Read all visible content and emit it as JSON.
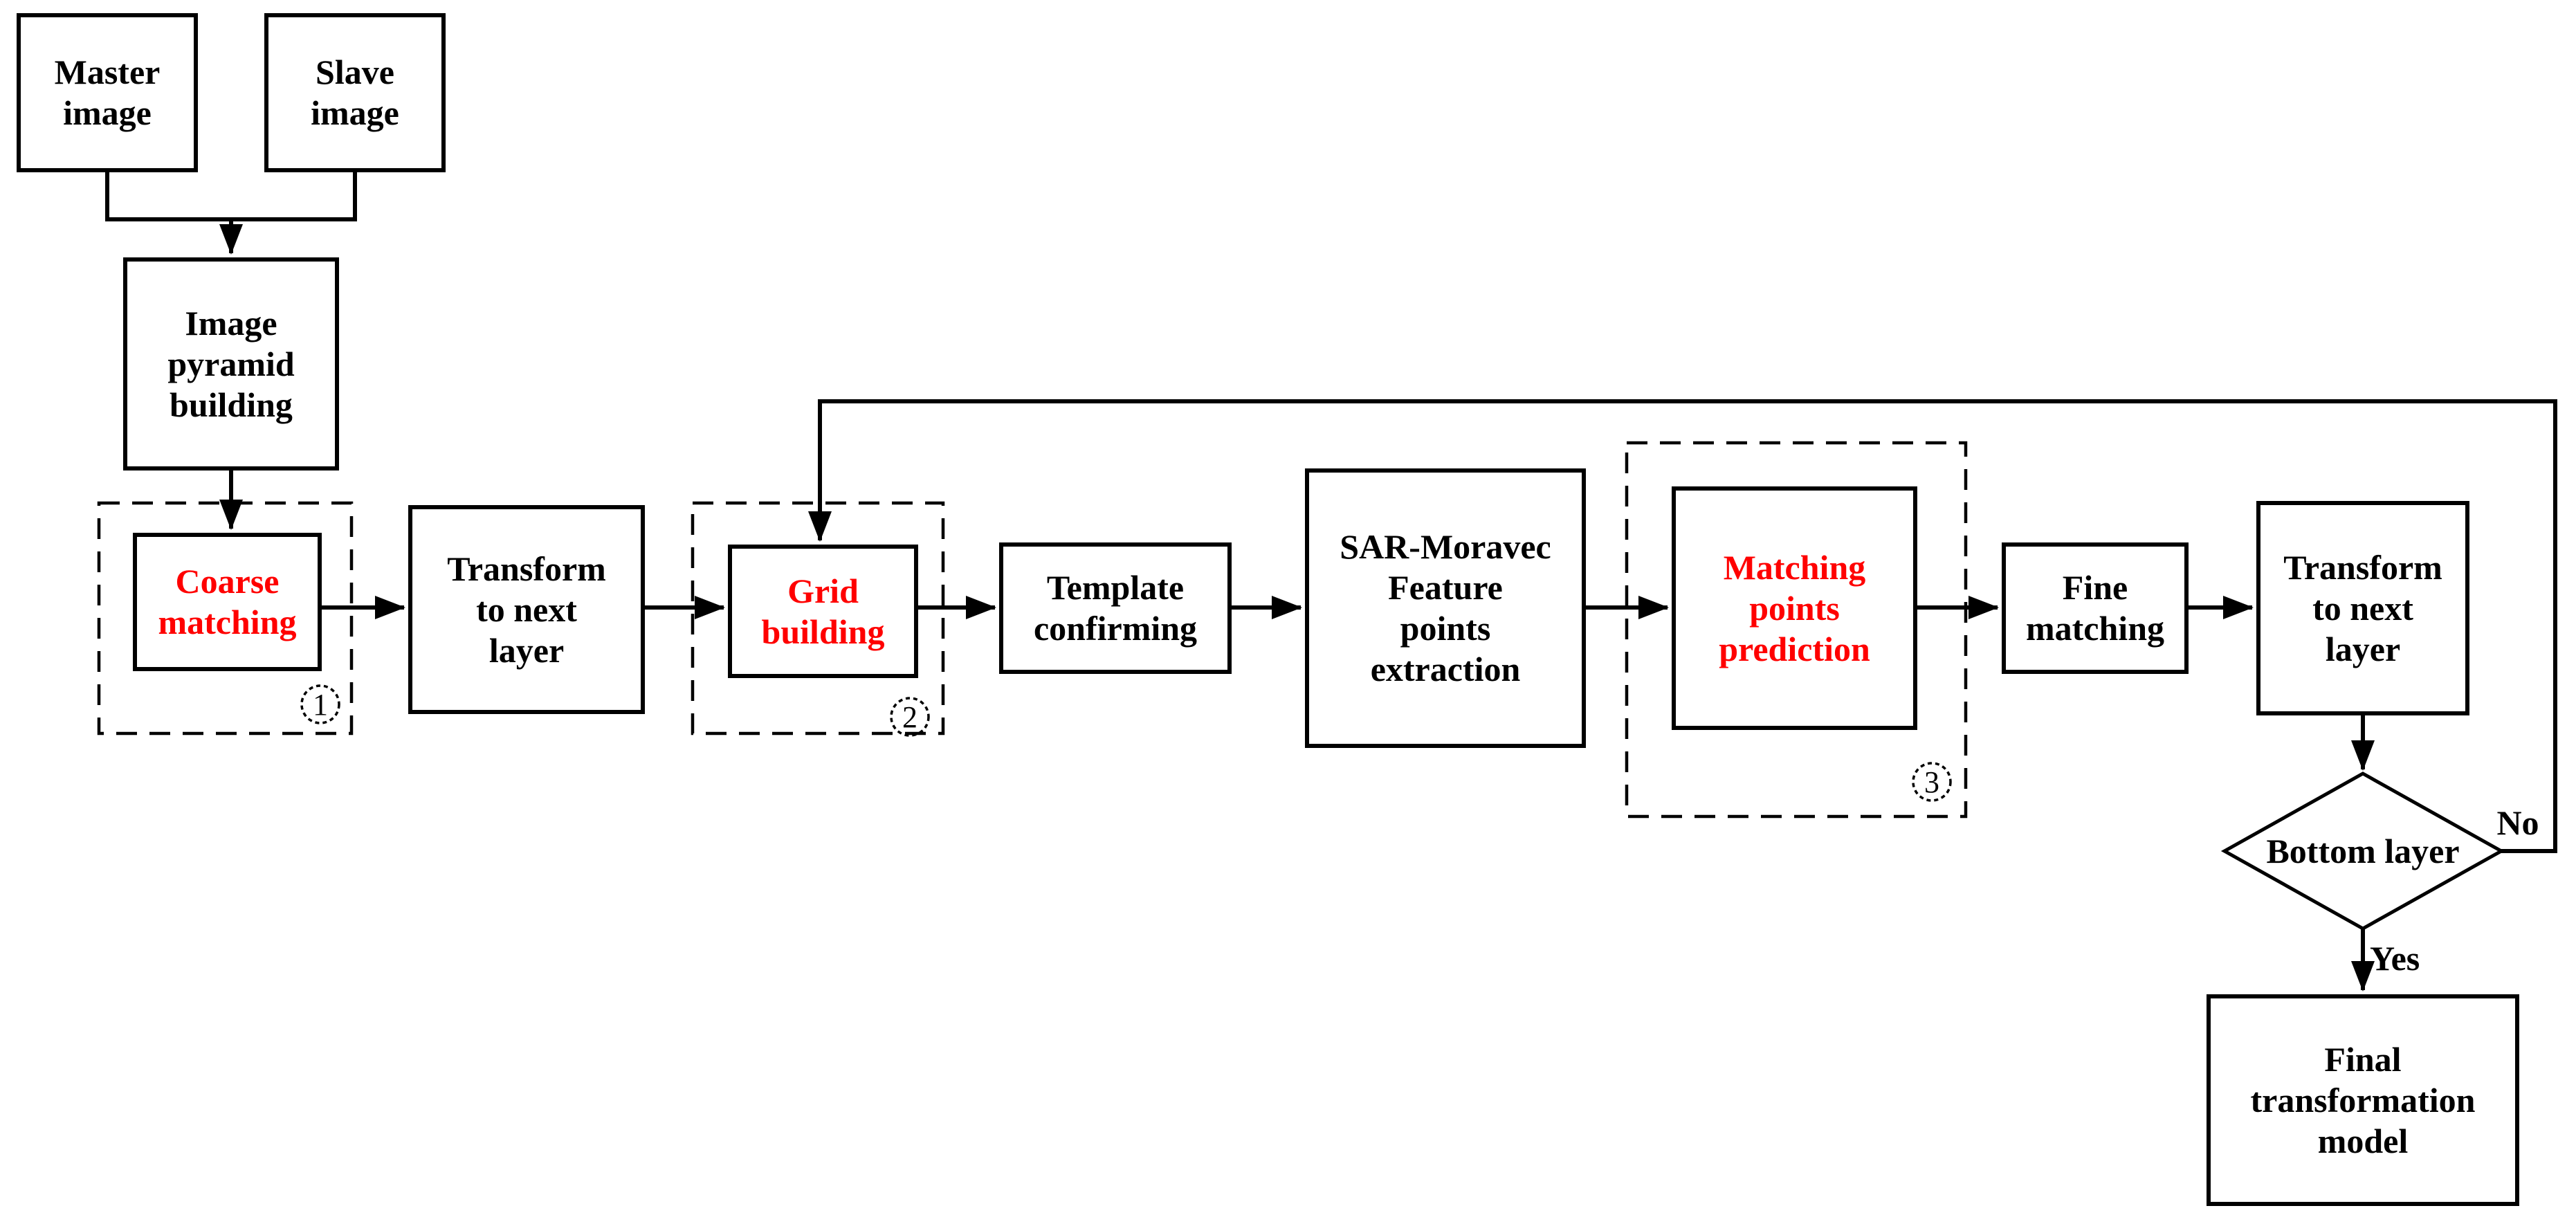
{
  "flowchart": {
    "nodes": [
      {
        "id": "master-image",
        "label": "Master\nimage",
        "highlighted": false
      },
      {
        "id": "slave-image",
        "label": "Slave\nimage",
        "highlighted": false
      },
      {
        "id": "image-pyramid-building",
        "label": "Image\npyramid\nbuilding",
        "highlighted": false
      },
      {
        "id": "coarse-matching",
        "label": "Coarse\nmatching",
        "highlighted": true
      },
      {
        "id": "transform-to-next-layer-1",
        "label": "Transform\nto next\nlayer",
        "highlighted": false
      },
      {
        "id": "grid-building",
        "label": "Grid\nbuilding",
        "highlighted": true
      },
      {
        "id": "template-confirming",
        "label": "Template\nconfirming",
        "highlighted": false
      },
      {
        "id": "sar-moravec-feature-points-extraction",
        "label": "SAR-Moravec\nFeature\npoints\nextraction",
        "highlighted": false
      },
      {
        "id": "matching-points-prediction",
        "label": "Matching\npoints\nprediction",
        "highlighted": true
      },
      {
        "id": "fine-matching",
        "label": "Fine\nmatching",
        "highlighted": false
      },
      {
        "id": "transform-to-next-layer-2",
        "label": "Transform\nto next\nlayer",
        "highlighted": false
      },
      {
        "id": "final-transformation-model",
        "label": "Final\ntransformation\nmodel",
        "highlighted": false
      }
    ],
    "decision": {
      "label": "Bottom layer",
      "yes_label": "Yes",
      "no_label": "No"
    },
    "group_badges": [
      {
        "number": "1"
      },
      {
        "number": "2"
      },
      {
        "number": "3"
      }
    ],
    "colors": {
      "highlight_text": "#ff0000",
      "line": "#000000",
      "background": "#ffffff"
    }
  }
}
